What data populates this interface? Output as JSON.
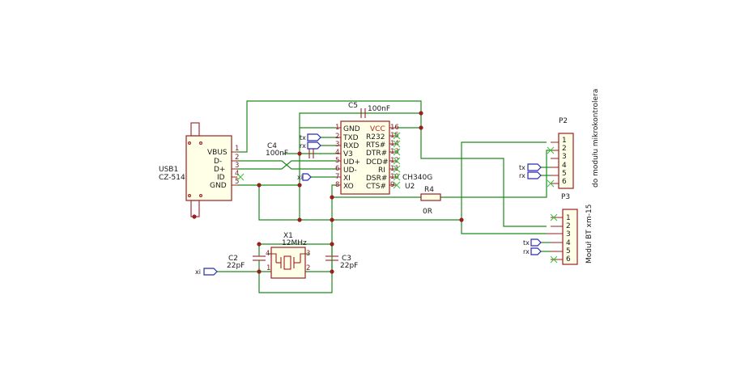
{
  "schematic": {
    "usb": {
      "ref": "USB1",
      "value": "CZ-514",
      "pins": [
        {
          "name": "VBUS",
          "num": "1"
        },
        {
          "name": "D-",
          "num": "2"
        },
        {
          "name": "D+",
          "num": "3"
        },
        {
          "name": "ID",
          "num": "4"
        },
        {
          "name": "GND",
          "num": "5"
        }
      ]
    },
    "u2": {
      "ref": "U2",
      "value": "CH340G",
      "left_pins": [
        {
          "num": "1",
          "name": "GND"
        },
        {
          "num": "2",
          "name": "TXD"
        },
        {
          "num": "3",
          "name": "RXD"
        },
        {
          "num": "4",
          "name": "V3"
        },
        {
          "num": "5",
          "name": "UD+"
        },
        {
          "num": "6",
          "name": "UD-"
        },
        {
          "num": "7",
          "name": "XI"
        },
        {
          "num": "8",
          "name": "XO"
        }
      ],
      "right_pins": [
        {
          "num": "16",
          "name": "VCC"
        },
        {
          "num": "15",
          "name": "R232"
        },
        {
          "num": "14",
          "name": "RTS#"
        },
        {
          "num": "13",
          "name": "DTR#"
        },
        {
          "num": "12",
          "name": "DCD#"
        },
        {
          "num": "11",
          "name": "RI"
        },
        {
          "num": "10",
          "name": "DSR#"
        },
        {
          "num": "9",
          "name": "CTS#"
        }
      ]
    },
    "c4": {
      "ref": "C4",
      "value": "100nF"
    },
    "c5": {
      "ref": "C5",
      "value": "100nF"
    },
    "c2": {
      "ref": "C2",
      "value": "22pF"
    },
    "c3": {
      "ref": "C3",
      "value": "22pF"
    },
    "x1": {
      "ref": "X1",
      "value": "12MHz",
      "pins": [
        "4",
        "3",
        "1",
        "2"
      ]
    },
    "r4": {
      "ref": "R4",
      "value": "0R"
    },
    "p2": {
      "ref": "P2",
      "description": "do modułu mikrokontrolera",
      "pins": [
        "1",
        "2",
        "3",
        "4",
        "5",
        "6"
      ]
    },
    "p3": {
      "ref": "P3",
      "description": "Moduł BT xm-15",
      "pins": [
        "1",
        "2",
        "3",
        "4",
        "5",
        "6"
      ]
    },
    "net_labels": {
      "tx": "tx",
      "rx": "rx",
      "xi": "xi"
    },
    "colors": {
      "wire": "#1f8a1f",
      "component": "#9a2020",
      "component_fill": "#ffffe8",
      "label_flag": "#2b2bb3",
      "no_connect": "#3fbf3f",
      "background": "#ffffff"
    }
  }
}
